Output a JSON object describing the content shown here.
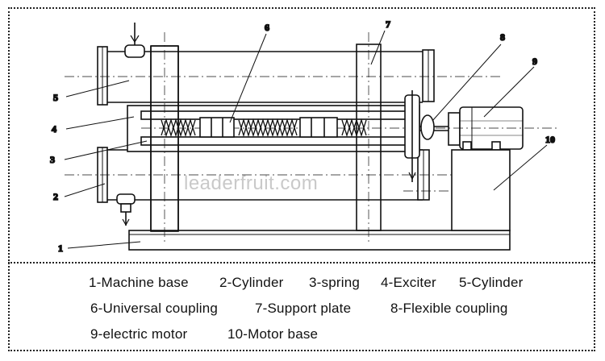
{
  "callouts": [
    "1",
    "2",
    "3",
    "4",
    "5",
    "6",
    "7",
    "8",
    "9",
    "10"
  ],
  "watermark": "leaderfruit.com",
  "legend": [
    "1-Machine base",
    "2-Cylinder",
    "3-spring",
    "4-Exciter",
    "5-Cylinder",
    "6-Universal coupling",
    "7-Support plate",
    "8-Flexible coupling",
    "9-electric motor",
    "10-Motor base"
  ]
}
